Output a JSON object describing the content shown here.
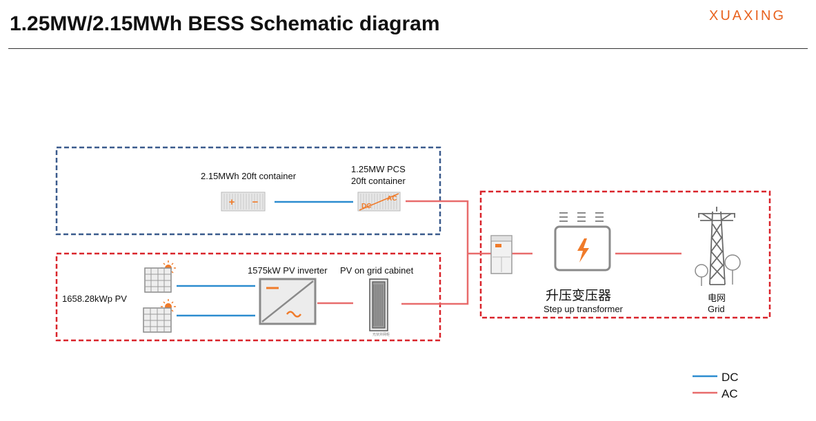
{
  "header": {
    "title": "1.25MW/2.15MWh BESS Schematic diagram",
    "brand": "XUAXING"
  },
  "labels": {
    "battery": "2.15MWh  20ft container",
    "pcs_line1": "1.25MW PCS",
    "pcs_line2": "20ft container",
    "pcs_ac": "AC",
    "pcs_dc": "DC",
    "pv_array": "1658.28kWp PV",
    "pv_inverter": "1575kW PV inverter",
    "grid_cabinet": "PV on grid cabinet",
    "grid_cabinet_plate": "光伏并网柜",
    "transformer_cn": "升压变压器",
    "transformer_en": "Step up transformer",
    "grid_cn": "电网",
    "grid_en": "Grid",
    "inverter_plus": "−",
    "inverter_wave": "~",
    "battery_plus": "+",
    "battery_minus": "−"
  },
  "legend": [
    {
      "label": "DC",
      "color": "#2b8ccf"
    },
    {
      "label": "AC",
      "color": "#e86b6b"
    }
  ],
  "colors": {
    "dc": "#2b8ccf",
    "ac": "#e86b6b",
    "bess_box": "#3a5a8c",
    "pv_box": "#d9242b",
    "accent": "#f07b2a"
  }
}
